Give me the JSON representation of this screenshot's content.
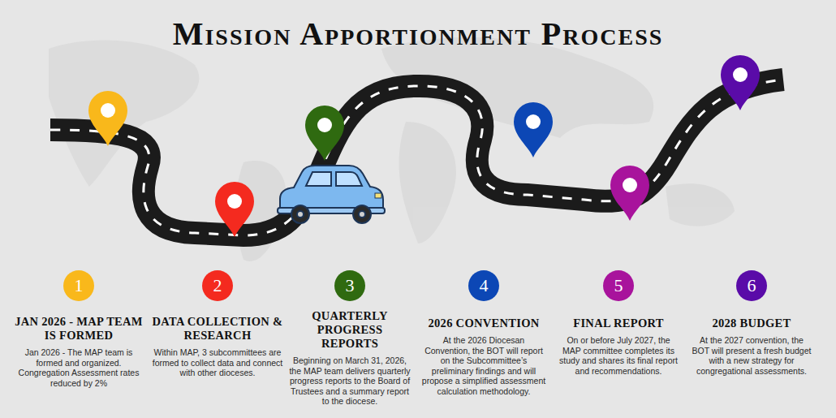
{
  "diagram": {
    "title": "Mission Apportionment Process",
    "nodes": [
      {
        "text": [
          "1",
          "JAN 2026 - MAP TEAM IS FORMED",
          "Jan 2026 - The MAP team is formed and organized. Congregation Assessment rates reduced by 2%"
        ]
      },
      {
        "text": [
          "2",
          "DATA COLLECTION & RESEARCH",
          "Within MAP, 3 subcommittees are formed to collect data and connect with other dioceses."
        ]
      },
      {
        "text": [
          "3",
          "QUARTERLY PROGRESS REPORTS",
          "Beginning on March 31, 2026, the MAP team delivers quarterly progress reports to the Board of Trustees and a summary report to the diocese."
        ]
      },
      {
        "text": [
          "4",
          "2026 CONVENTION",
          "At the 2026 Diocesan Convention, the BOT will report on the Subcommittee’s preliminary findings and will propose a simplified assessment calculation methodology."
        ]
      },
      {
        "text": [
          "5",
          "FINAL REPORT",
          "On or before July 2027, the MAP committee completes its study and shares its final report and recommendations."
        ]
      },
      {
        "text": [
          "6",
          "2028 BUDGET",
          "At the 2027 convention, the BOT will present a fresh budget with a new strategy for congregational assessments."
        ]
      }
    ]
  }
}
